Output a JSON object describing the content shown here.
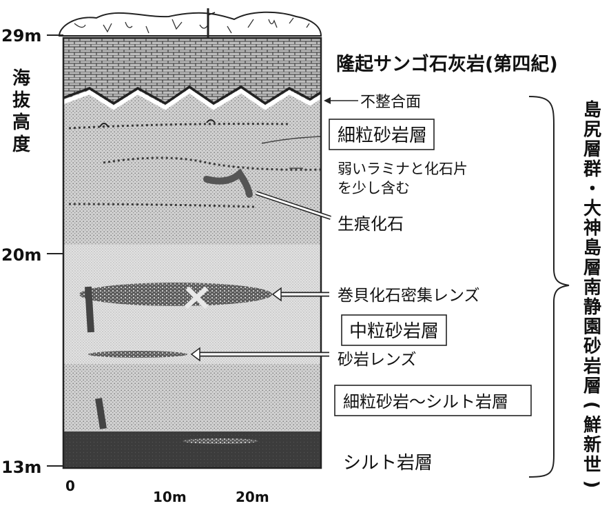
{
  "diagram": {
    "y_axis": {
      "title_chars": [
        "海",
        "抜",
        "高",
        "度"
      ],
      "ticks": [
        "29m",
        "20m",
        "13m"
      ]
    },
    "x_axis": {
      "ticks": [
        "0",
        "10m",
        "20m"
      ]
    },
    "labels": {
      "limestone": "隆起サンゴ石灰岩(第四紀)",
      "unconformity": "不整合面",
      "fine_sandstone": "細粒砂岩層",
      "fine_note_1": "弱いラミナと化石片",
      "fine_note_2": "を少し含む",
      "trace_fossil": "生痕化石",
      "shell_lens": "巻貝化石密集レンズ",
      "medium_sandstone": "中粒砂岩層",
      "sandstone_lens": "砂岩レンズ",
      "fine_silt": "細粒砂岩～シルト岩層",
      "siltstone": "シルト岩層"
    },
    "group_chars": [
      "島",
      "尻",
      "層",
      "群",
      "・",
      "大",
      "神",
      "島",
      "層",
      "南",
      "静",
      "園",
      "砂",
      "岩",
      "層",
      "(",
      "鮮",
      "新",
      "世",
      ")"
    ]
  }
}
